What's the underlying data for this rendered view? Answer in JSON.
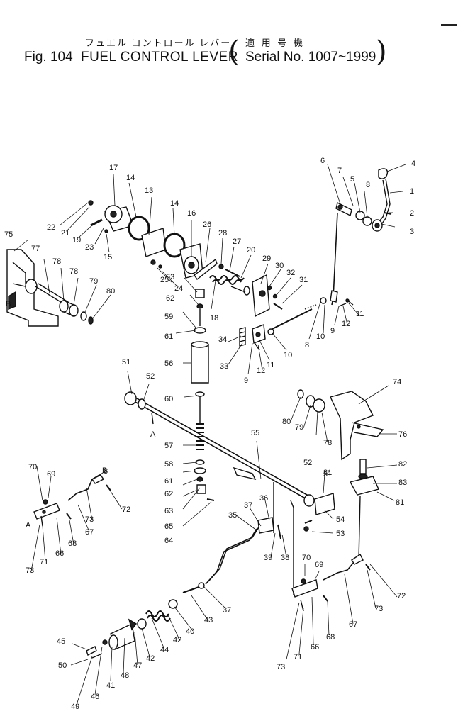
{
  "header": {
    "title_jp": "フュエル コントロール レバー",
    "fig_number": "Fig. 104",
    "title": "FUEL CONTROL LEVER",
    "serial_jp": "適 用 号 機",
    "serial": "Serial No. 1007~1999"
  },
  "callouts": [
    "1",
    "2",
    "3",
    "4",
    "5",
    "6",
    "7",
    "8",
    "9",
    "10",
    "11",
    "12",
    "13",
    "14",
    "15",
    "16",
    "17",
    "18",
    "19",
    "20",
    "21",
    "22",
    "23",
    "24",
    "25",
    "26",
    "27",
    "28",
    "29",
    "30",
    "31",
    "32",
    "33",
    "34",
    "35",
    "36",
    "37",
    "38",
    "39",
    "40",
    "41",
    "42",
    "43",
    "44",
    "45",
    "46",
    "47",
    "48",
    "49",
    "50",
    "51",
    "52",
    "53",
    "54",
    "55",
    "56",
    "57",
    "58",
    "59",
    "60",
    "61",
    "62",
    "63",
    "64",
    "65",
    "66",
    "67",
    "68",
    "69",
    "70",
    "71",
    "72",
    "73",
    "74",
    "75",
    "76",
    "77",
    "78",
    "79",
    "80",
    "81",
    "82",
    "83"
  ],
  "reference_marks": [
    "A",
    "B"
  ]
}
